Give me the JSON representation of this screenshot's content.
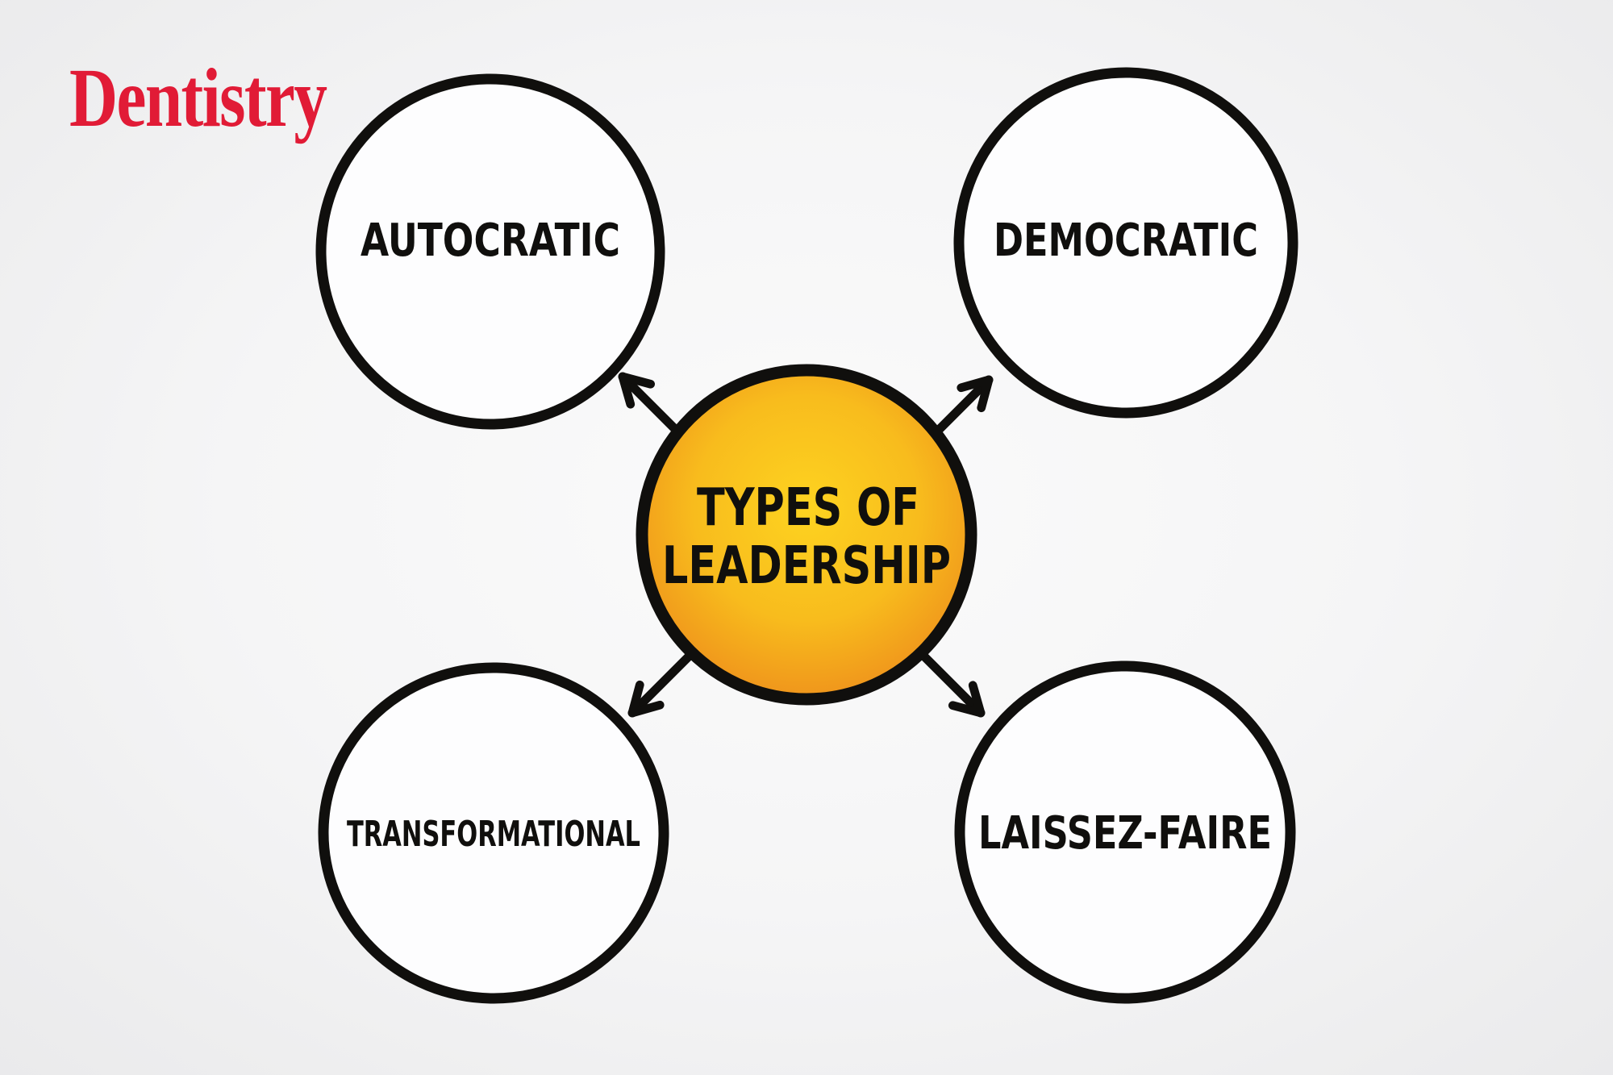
{
  "logo": {
    "text": "Dentistry",
    "color": "#e11b36"
  },
  "diagram": {
    "center": {
      "line1": "TYPES OF",
      "line2": "LEADERSHIP"
    },
    "nodes": [
      {
        "label": "AUTOCRATIC",
        "position": "top-left"
      },
      {
        "label": "DEMOCRATIC",
        "position": "top-right"
      },
      {
        "label": "TRANSFORMATIONAL",
        "position": "bottom-left"
      },
      {
        "label": "LAISSEZ-FAIRE",
        "position": "bottom-right"
      }
    ],
    "colors": {
      "outline_black": "#100f0d",
      "node_fill": "#fdfdfe",
      "center_gradient_inner": "#fdd320",
      "center_gradient_mid": "#f8bc1d",
      "center_gradient_outer": "#ee8e1b",
      "background": "#f1f1f2"
    }
  }
}
